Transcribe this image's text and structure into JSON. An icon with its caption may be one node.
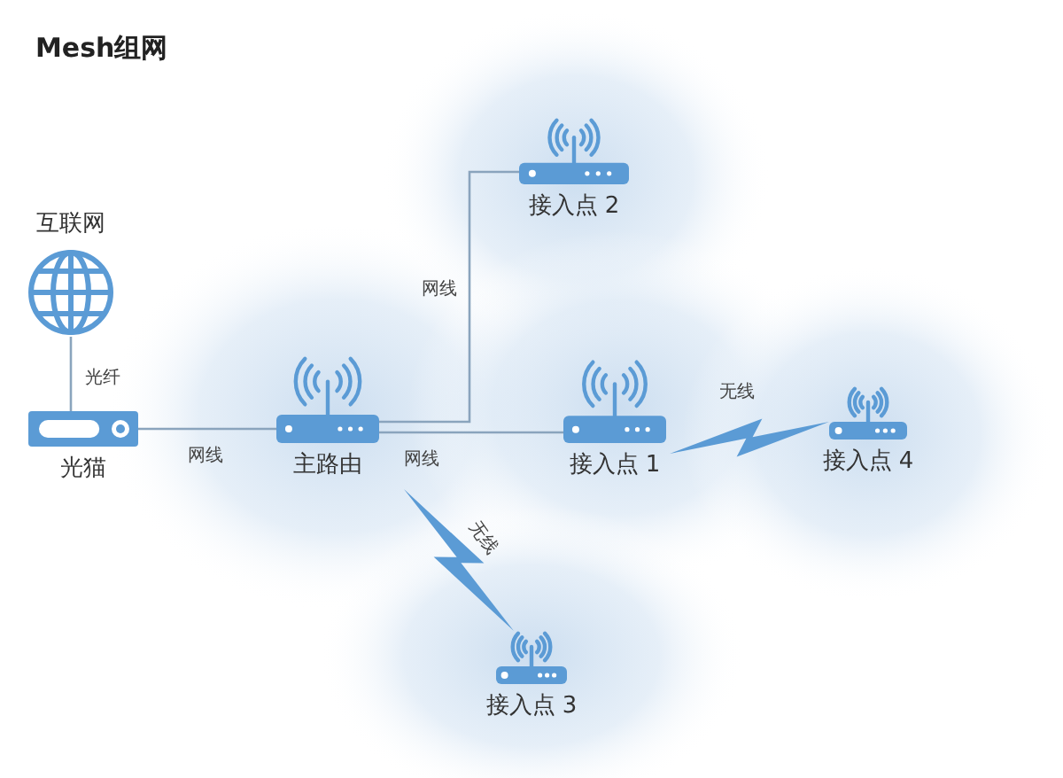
{
  "diagram": {
    "title": "Mesh组网",
    "nodes": [
      {
        "text": [
          "互联网"
        ]
      },
      {
        "text": [
          "光猫"
        ]
      },
      {
        "text": [
          "主路由"
        ]
      },
      {
        "text": [
          "接入点 2"
        ]
      },
      {
        "text": [
          "接入点 1"
        ]
      },
      {
        "text": [
          "接入点 4"
        ]
      },
      {
        "text": [
          "接入点 3"
        ]
      }
    ],
    "edges": [
      {
        "from": 0,
        "to": 1,
        "arrow": "none",
        "label": "光纤"
      },
      {
        "from": 1,
        "to": 2,
        "arrow": "none",
        "label": "网线"
      },
      {
        "from": 2,
        "to": 3,
        "arrow": "none",
        "label": "网线"
      },
      {
        "from": 2,
        "to": 4,
        "arrow": "none",
        "label": "网线"
      },
      {
        "from": 4,
        "to": 5,
        "arrow": "none",
        "label": "无线",
        "style": "thick",
        "color": "#5b9bd5"
      },
      {
        "from": 2,
        "to": 6,
        "arrow": "none",
        "label": "无线",
        "style": "thick",
        "color": "#5b9bd5"
      }
    ]
  }
}
